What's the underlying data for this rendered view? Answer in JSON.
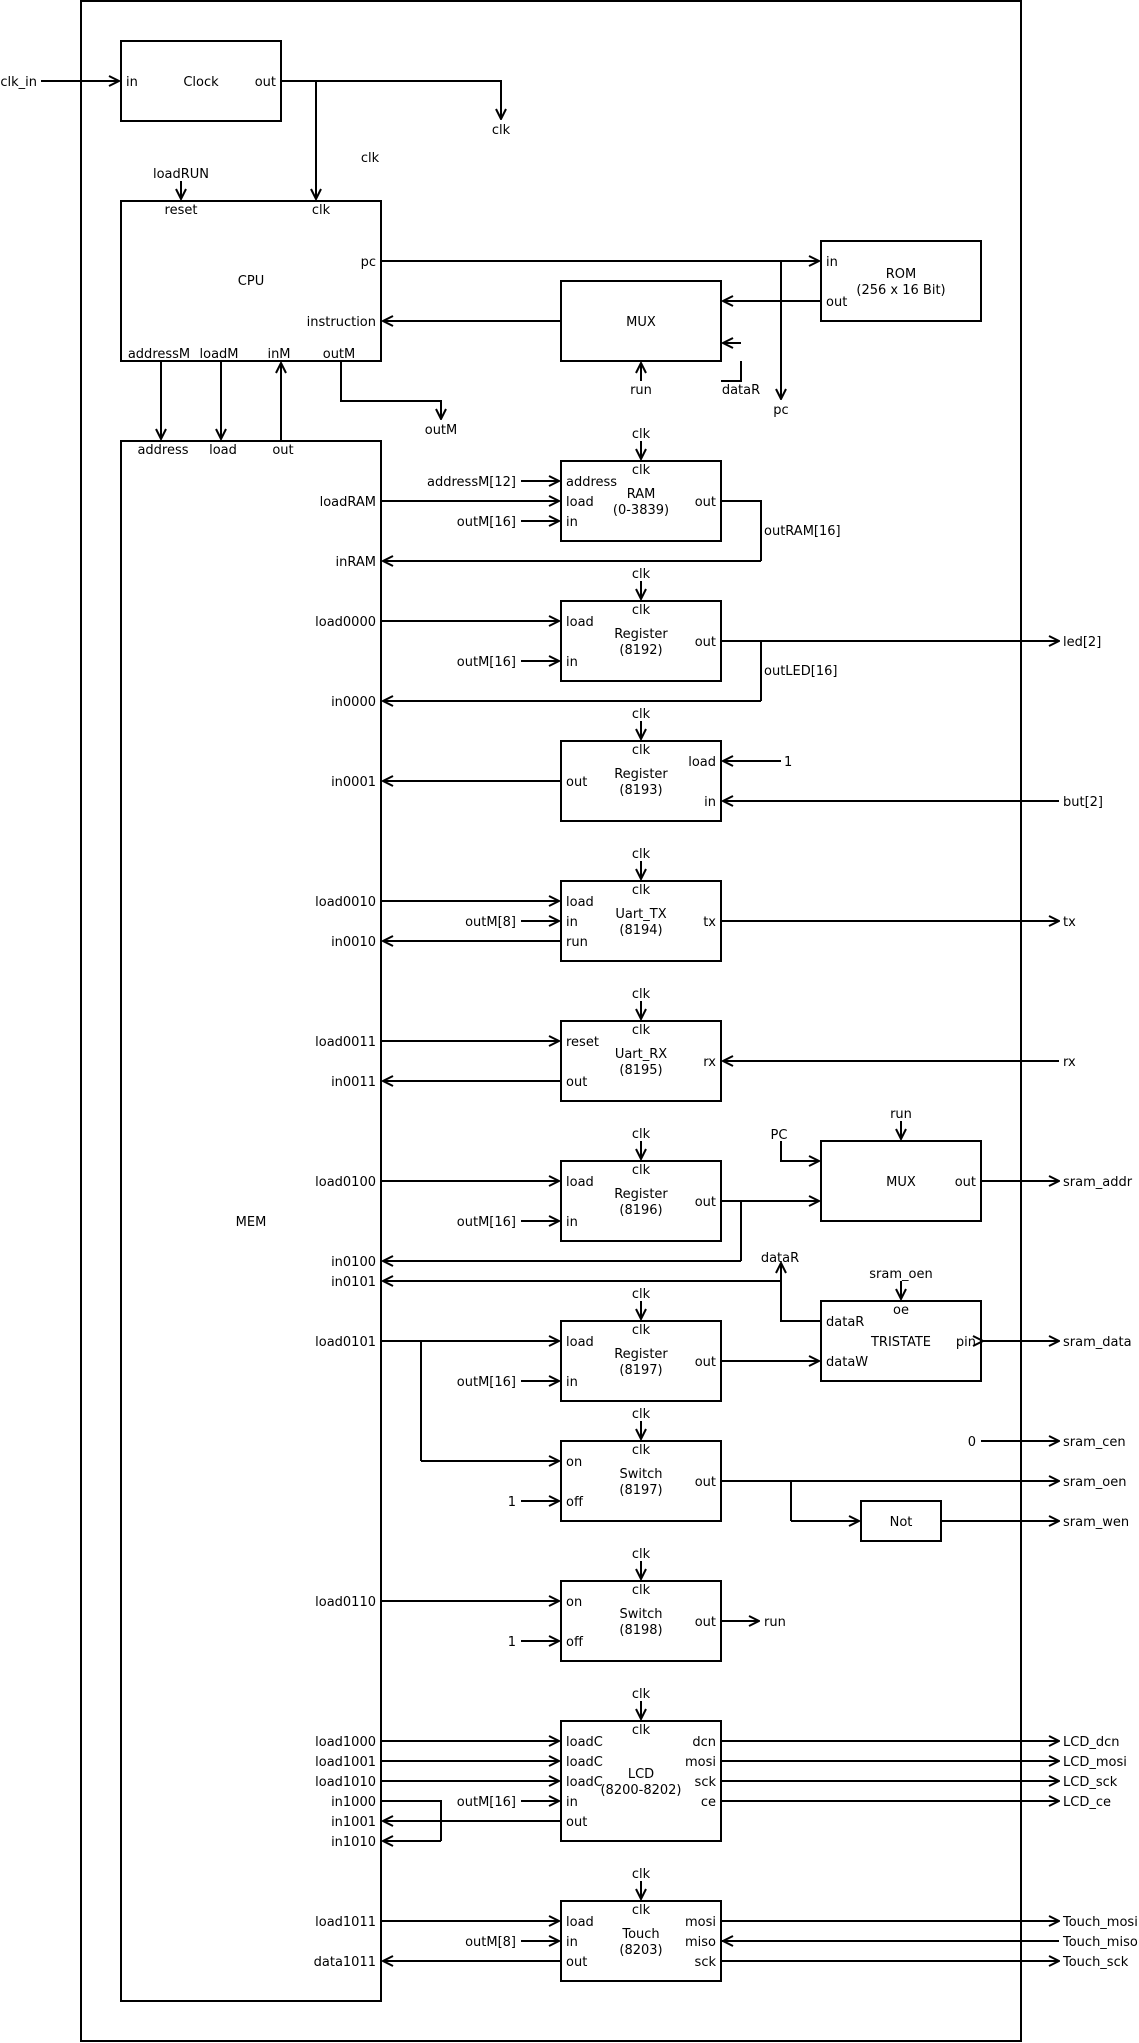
{
  "external": {
    "clk_in": "clk_in",
    "led": "led[2]",
    "but": "but[2]",
    "tx": "tx",
    "rx": "rx",
    "sram_addr": "sram_addr",
    "sram_data": "sram_data",
    "sram_cen": "sram_cen",
    "sram_oen": "sram_oen",
    "sram_wen": "sram_wen",
    "lcd_dcn": "LCD_dcn",
    "lcd_mosi": "LCD_mosi",
    "lcd_sck": "LCD_sck",
    "lcd_ce": "LCD_ce",
    "touch_mosi": "Touch_mosi",
    "touch_miso": "Touch_miso",
    "touch_sck": "Touch_sck"
  },
  "signals": {
    "clk": "clk",
    "load_run": "loadRUN",
    "out_m": "outM",
    "pc": "pc",
    "run": "run",
    "data_r": "dataR",
    "address_m12": "addressM[12]",
    "out_m16": "outM[16]",
    "out_m8": "outM[8]",
    "out_ram16": "outRAM[16]",
    "out_led16": "outLED[16]",
    "one": "1",
    "zero": "0",
    "pc_upper": "PC",
    "sram_oen": "sram_oen"
  },
  "blocks": {
    "clock": {
      "title": "Clock",
      "in": "in",
      "out": "out"
    },
    "cpu": {
      "title": "CPU",
      "reset": "reset",
      "clk": "clk",
      "pc": "pc",
      "instruction": "instruction",
      "address_m": "addressM",
      "load_m": "loadM",
      "in_m": "inM",
      "out_m": "outM"
    },
    "rom": {
      "title": "ROM",
      "subtitle": "(256 x 16 Bit)",
      "in": "in",
      "out": "out"
    },
    "mux1": {
      "title": "MUX"
    },
    "mem": {
      "title": "MEM",
      "address": "address",
      "load": "load",
      "out": "out",
      "ports": [
        "loadRAM",
        "inRAM",
        "load0000",
        "in0000",
        "in0001",
        "load0010",
        "in0010",
        "load0011",
        "in0011",
        "load0100",
        "in0100",
        "in0101",
        "load0101",
        "load0110",
        "load1000",
        "load1001",
        "load1010",
        "in1000",
        "in1001",
        "in1010",
        "load1011",
        "data1011"
      ]
    },
    "ram": {
      "title": "RAM",
      "subtitle": "(0-3839)",
      "clk": "clk",
      "address": "address",
      "load": "load",
      "in": "in",
      "out": "out"
    },
    "reg8192": {
      "title": "Register",
      "subtitle": "(8192)",
      "clk": "clk",
      "load": "load",
      "in": "in",
      "out": "out"
    },
    "reg8193": {
      "title": "Register",
      "subtitle": "(8193)",
      "clk": "clk",
      "load": "load",
      "in": "in",
      "out": "out"
    },
    "uart_tx": {
      "title": "Uart_TX",
      "subtitle": "(8194)",
      "clk": "clk",
      "load": "load",
      "in": "in",
      "run": "run",
      "tx": "tx"
    },
    "uart_rx": {
      "title": "Uart_RX",
      "subtitle": "(8195)",
      "clk": "clk",
      "reset": "reset",
      "out": "out",
      "rx": "rx"
    },
    "reg8196": {
      "title": "Register",
      "subtitle": "(8196)",
      "clk": "clk",
      "load": "load",
      "in": "in",
      "out": "out"
    },
    "mux2": {
      "title": "MUX",
      "out": "out"
    },
    "tristate": {
      "title": "TRISTATE",
      "oe": "oe",
      "data_r": "dataR",
      "data_w": "dataW",
      "pin": "pin"
    },
    "reg8197": {
      "title": "Register",
      "subtitle": "(8197)",
      "clk": "clk",
      "load": "load",
      "in": "in",
      "out": "out"
    },
    "sw8197": {
      "title": "Switch",
      "subtitle": "(8197)",
      "clk": "clk",
      "on": "on",
      "off": "off",
      "out": "out"
    },
    "not": {
      "title": "Not"
    },
    "sw8198": {
      "title": "Switch",
      "subtitle": "(8198)",
      "clk": "clk",
      "on": "on",
      "off": "off",
      "out": "out"
    },
    "lcd": {
      "title": "LCD",
      "subtitle": "(8200-8202)",
      "clk": "clk",
      "load_c": "loadC",
      "in": "in",
      "out": "out",
      "dcn": "dcn",
      "mosi": "mosi",
      "sck": "sck",
      "ce": "ce"
    },
    "touch": {
      "title": "Touch",
      "subtitle": "(8203)",
      "clk": "clk",
      "load": "load",
      "in": "in",
      "out": "out",
      "mosi": "mosi",
      "miso": "miso",
      "sck": "sck"
    }
  }
}
